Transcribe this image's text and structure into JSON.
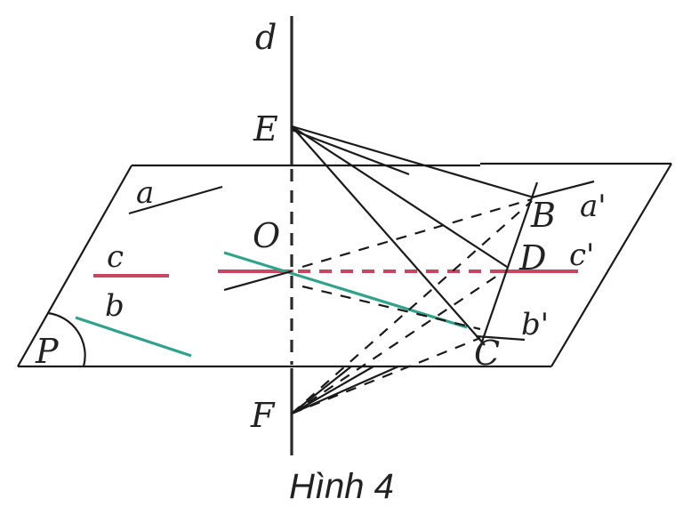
{
  "figure": {
    "caption": "Hình 4",
    "labels": {
      "d": "d",
      "E": "E",
      "O": "O",
      "F": "F",
      "P": "P",
      "a": "a",
      "a_prime": "a'",
      "b": "b",
      "b_prime": "b'",
      "c": "c",
      "c_prime": "c'",
      "B": "B",
      "C": "C",
      "D": "D"
    },
    "colors": {
      "line": "#1a1a1a",
      "teal": "#2fa38a",
      "red": "#c94660"
    }
  }
}
